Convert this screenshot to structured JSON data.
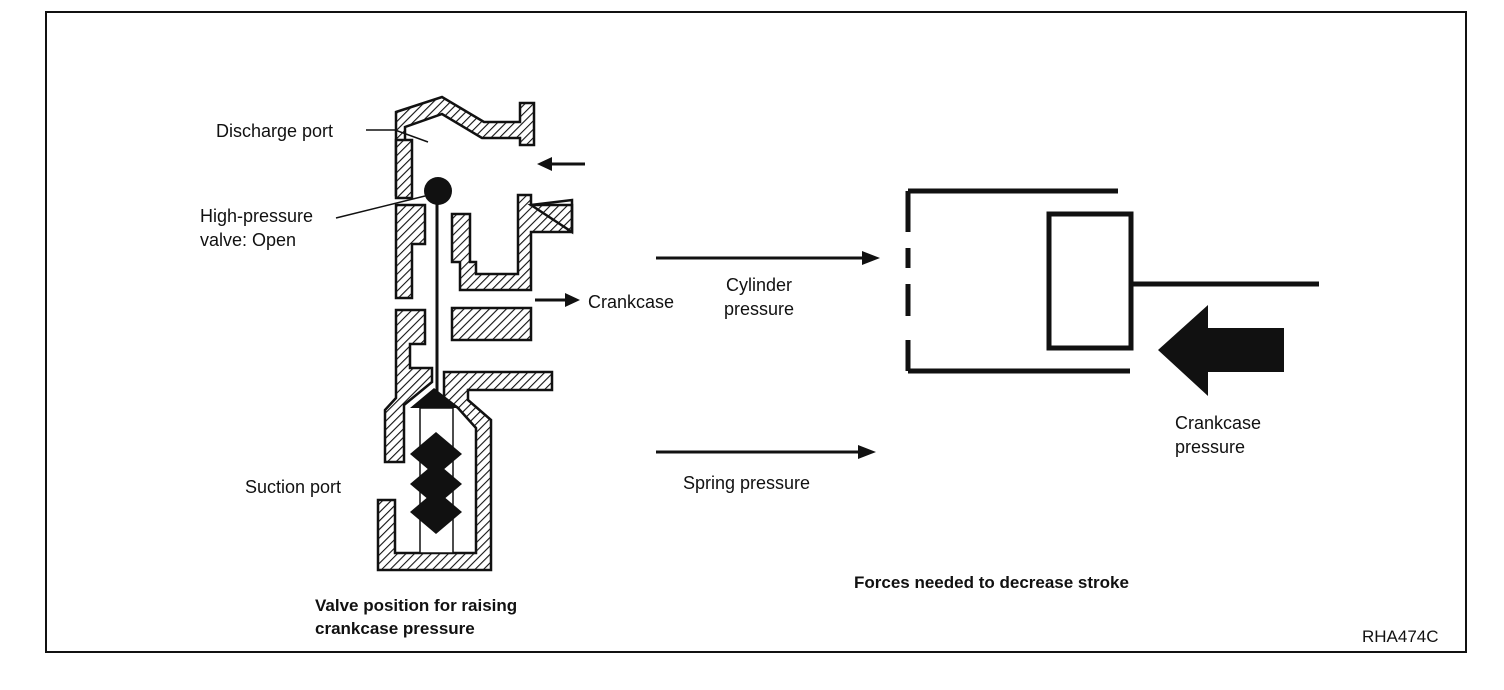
{
  "labels": {
    "discharge_port": "Discharge port",
    "hp_valve_line1": "High-pressure",
    "hp_valve_line2": "valve: Open",
    "suction_port": "Suction port",
    "crankcase": "Crankcase",
    "cylinder_pressure_line1": "Cylinder",
    "cylinder_pressure_line2": "pressure",
    "spring_pressure": "Spring pressure",
    "crankcase_pressure_line1": "Crankcase",
    "crankcase_pressure_line2": "pressure"
  },
  "captions": {
    "left_line1": "Valve position for raising",
    "left_line2": "crankcase pressure",
    "right": "Forces needed to decrease stroke"
  },
  "figure_code": "RHA474C",
  "colors": {
    "ink": "#111111",
    "background": "#ffffff"
  }
}
